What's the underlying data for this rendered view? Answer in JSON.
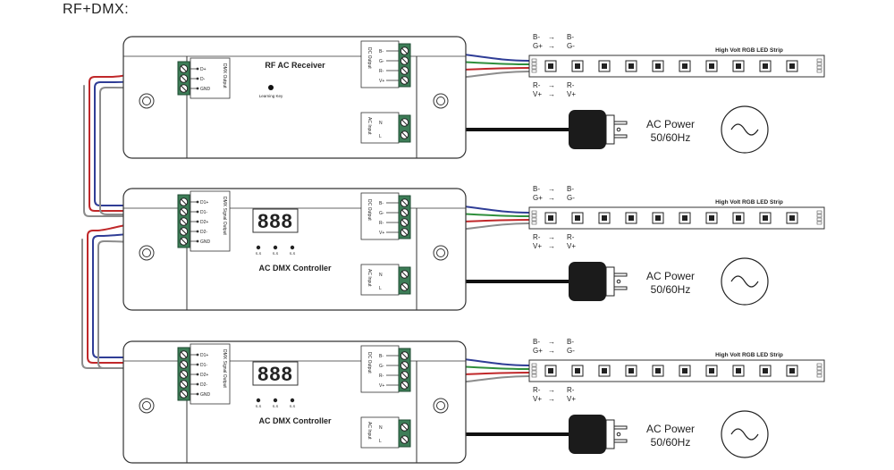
{
  "title": "RF+DMX:",
  "receiver": {
    "name": "RF AC Receiver",
    "learning_key": "Learning Key",
    "dmx_terminal_label": "DMX Output",
    "dmx_pins": [
      "D+",
      "D-",
      "GND"
    ]
  },
  "controllers": [
    {
      "name": "AC DMX Controller",
      "display": "888",
      "buttons": [
        "S-S",
        "S-S",
        "S-S"
      ]
    },
    {
      "name": "AC DMX Controller",
      "display": "888",
      "buttons": [
        "S-S",
        "S-S",
        "S-S"
      ]
    }
  ],
  "controller_dmx_terminal_label": "DMX Signal Output",
  "controller_dmx_pins": [
    "D1+",
    "D1-",
    "D2+",
    "D2-",
    "GND"
  ],
  "dc_output": {
    "label": "DC Output",
    "pins": [
      "B-",
      "G-",
      "R-",
      "V+"
    ]
  },
  "ac_input": {
    "label": "AC Input",
    "pins": [
      "N",
      "L"
    ]
  },
  "strip": {
    "title": "High Volt RGB LED Strip",
    "mapping_top": [
      [
        "B-",
        "B-"
      ],
      [
        "G+",
        "G-"
      ]
    ],
    "mapping_bottom": [
      [
        "R-",
        "R-"
      ],
      [
        "V+",
        "V+"
      ]
    ],
    "arrow": "→"
  },
  "power": {
    "line1": "AC Power",
    "line2": "50/60Hz"
  },
  "colors": {
    "wire_red": "#c0282a",
    "wire_blue": "#2f3d96",
    "wire_green": "#2f8f3c",
    "wire_gray": "#8c8c8c",
    "terminal_green": "#3d7d57",
    "display_red": "#d8262c",
    "plug_black": "#1b1b1b"
  }
}
